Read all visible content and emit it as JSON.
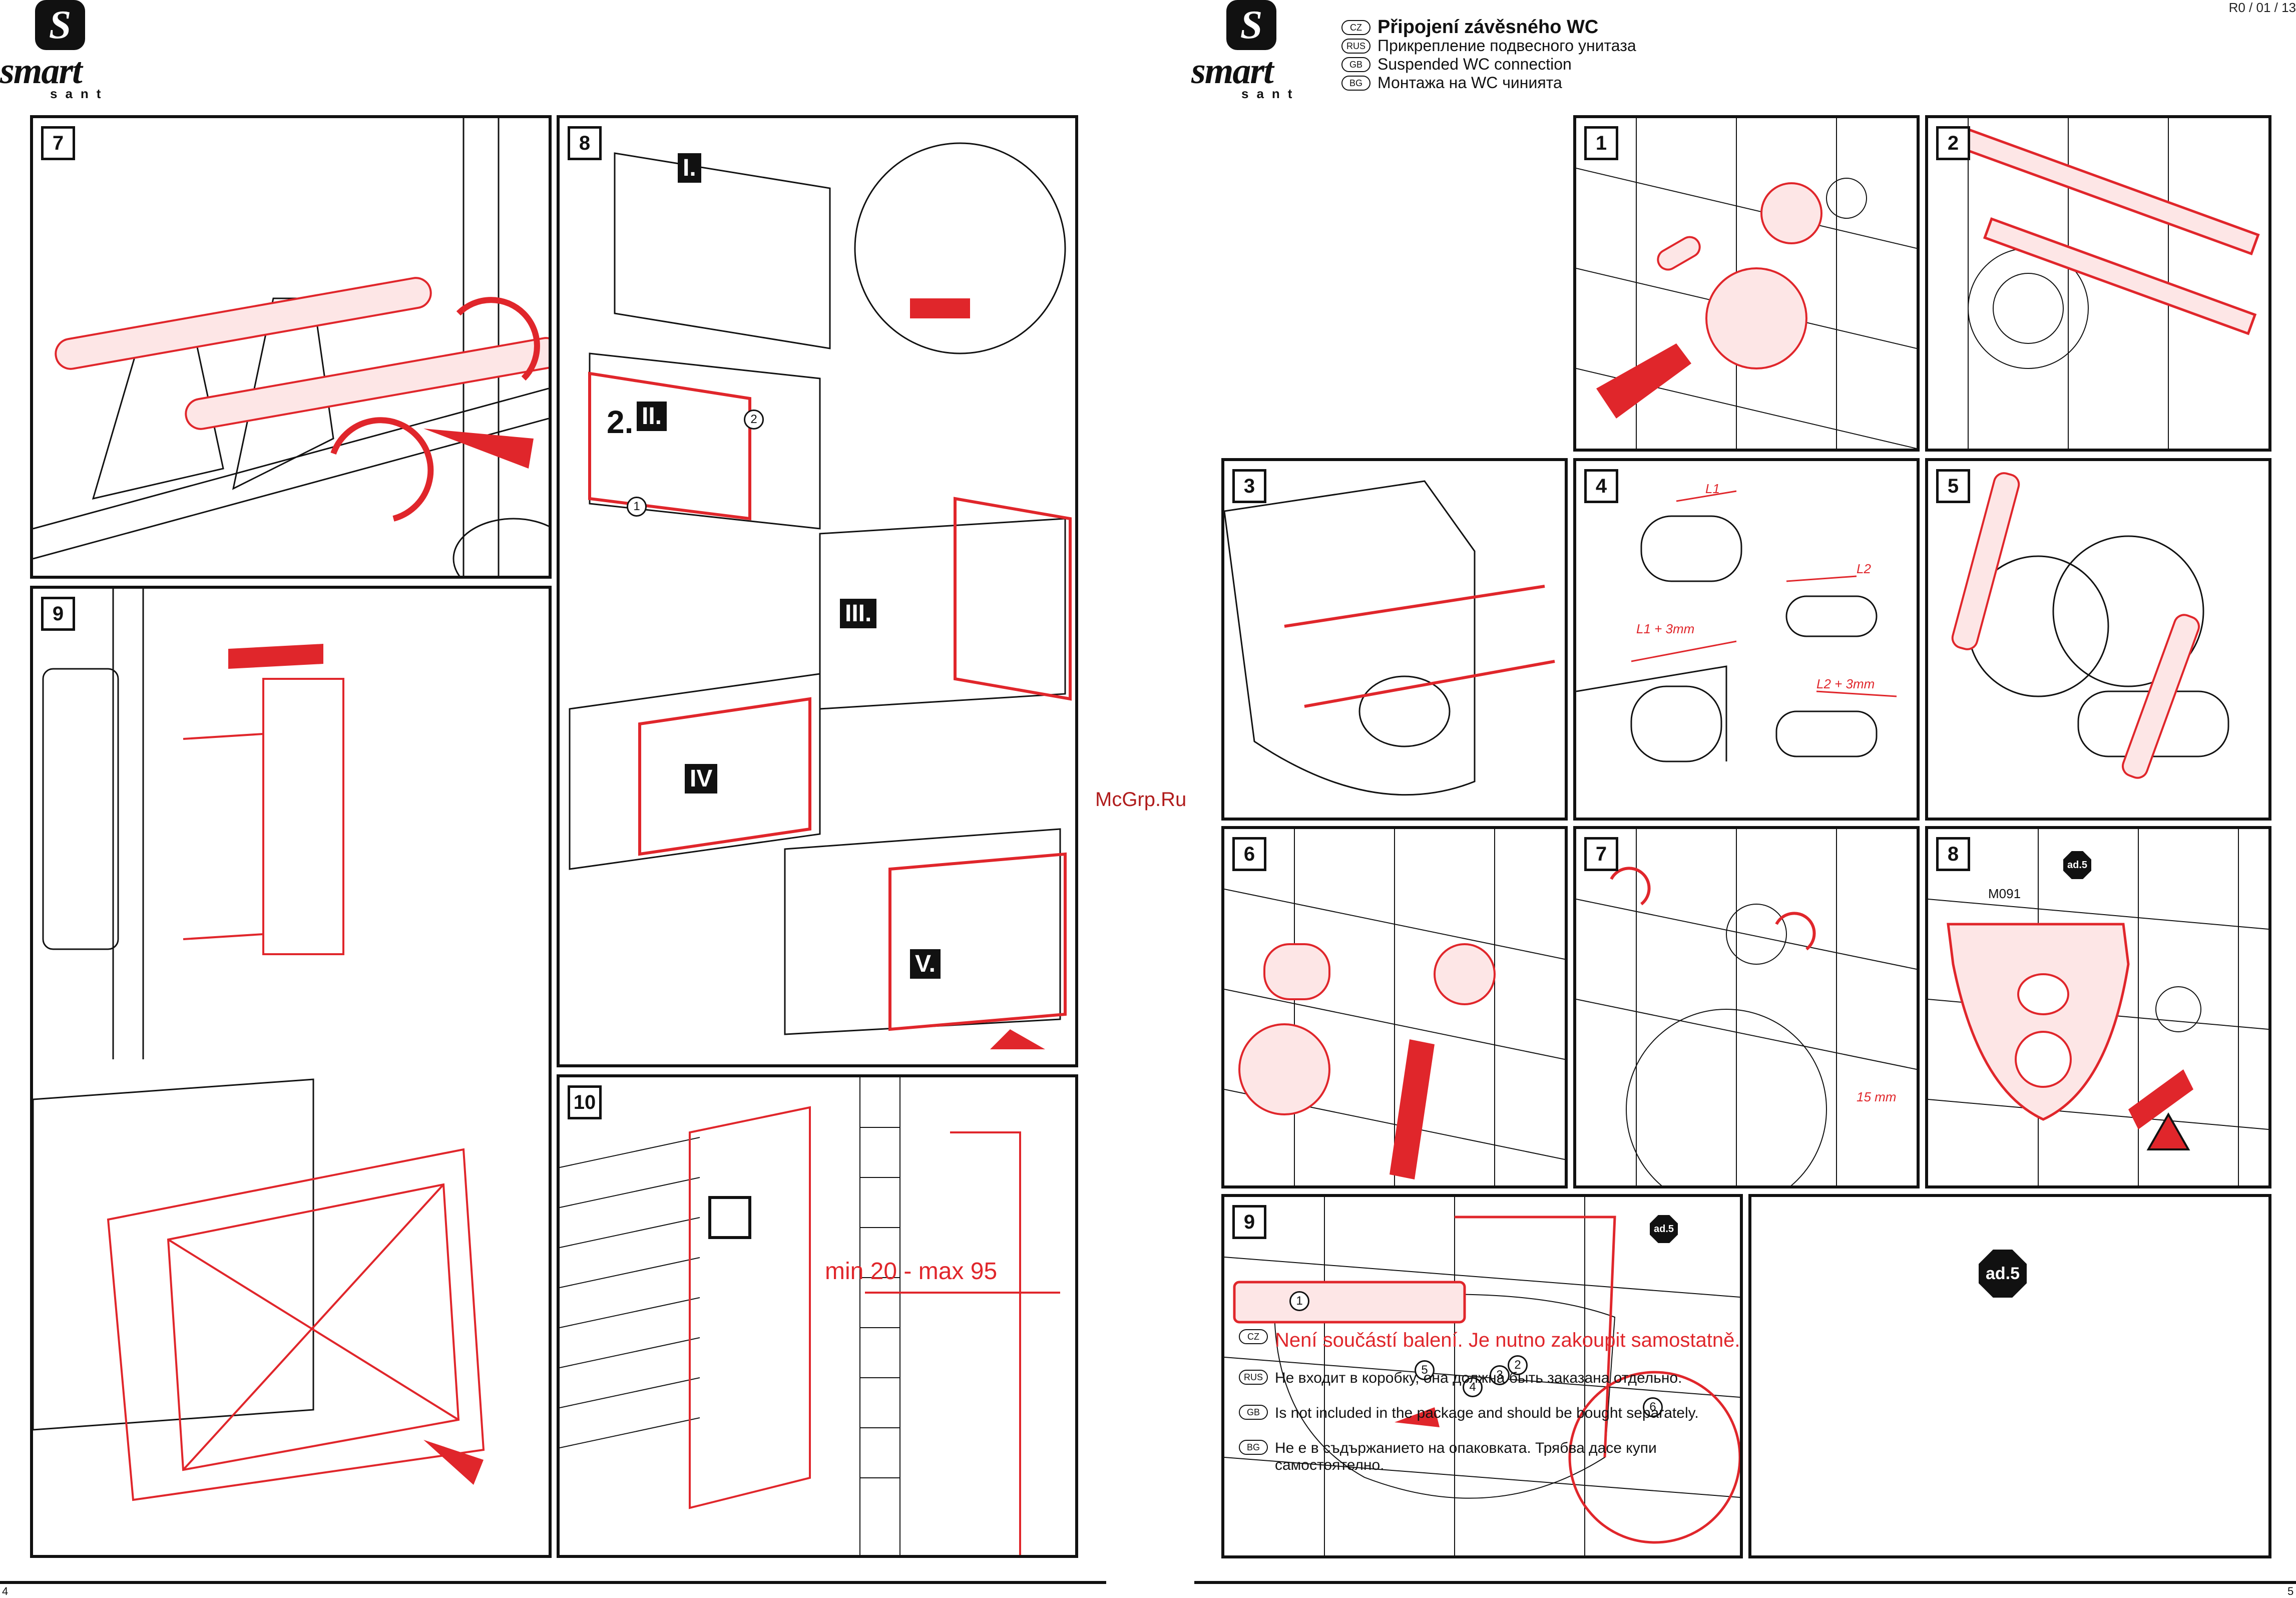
{
  "brand": {
    "badge": "S",
    "word": "smart",
    "sub": "sant"
  },
  "revision": "R0 / 01 / 13",
  "watermark": "McGrp.Ru",
  "page_numbers": {
    "left": "4",
    "right": "5"
  },
  "titles": [
    {
      "code": "CZ",
      "text": "Připojení závěsného WC"
    },
    {
      "code": "RUS",
      "text": "Прикрепление подвесного унитаза"
    },
    {
      "code": "GB",
      "text": "Suspended WC connection"
    },
    {
      "code": "BG",
      "text": "Монтажа на WC чинията"
    }
  ],
  "left_steps": {
    "s7": "7",
    "s8": "8",
    "s9": "9",
    "s10": "10"
  },
  "left_labels": {
    "roman1": "I.",
    "roman2": "II.",
    "roman3": "III.",
    "roman4": "IV",
    "roman5": "V.",
    "two": "2.",
    "c1": "1",
    "c2": "2",
    "min_max": "min 20 - max 95"
  },
  "right_steps": {
    "s1": "1",
    "s2": "2",
    "s3": "3",
    "s4": "4",
    "s5": "5",
    "s6": "6",
    "s7": "7",
    "s8": "8",
    "s9": "9"
  },
  "right_labels": {
    "l1": "L1",
    "l2": "L2",
    "l1p": "L1 + 3mm",
    "l2p": "L2 + 3mm",
    "mm15": "15 mm",
    "m091": "M091",
    "ad5": "ad.5",
    "n1": "1",
    "n2": "2",
    "n3": "3",
    "n4": "4",
    "n5": "5",
    "n6": "6"
  },
  "notes": [
    {
      "code": "CZ",
      "text": "Není součástí balení. Je nutno zakoupit samostatně."
    },
    {
      "code": "RUS",
      "text": "Не входит  в коробку, она  должна быть заказана отдельно."
    },
    {
      "code": "GB",
      "text": "Is not included in the package and should be bought separately."
    },
    {
      "code": "BG",
      "text": "Не е в съдържанието на опаковката. Трябва дасе купи самостоятелно."
    }
  ],
  "colors": {
    "accent": "#e0262b",
    "line": "#111111"
  }
}
